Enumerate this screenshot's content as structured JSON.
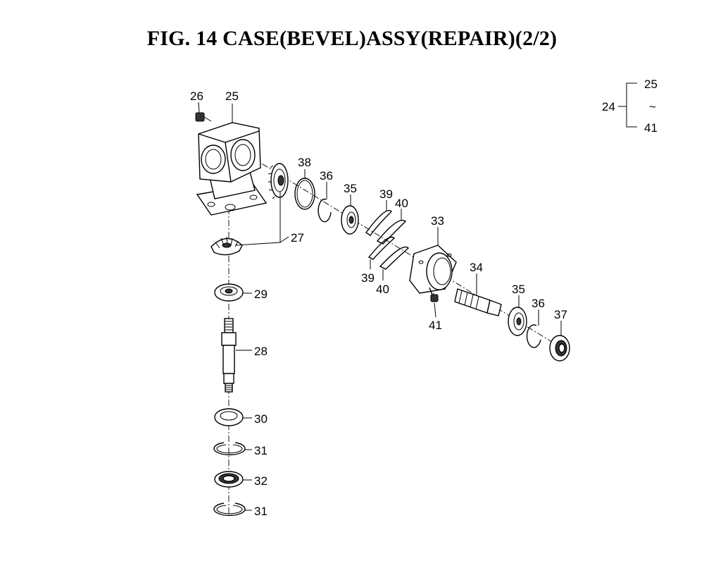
{
  "title": "FIG. 14  CASE(BEVEL)ASSY(REPAIR)(2/2)",
  "assembly_ref": {
    "assembly": "24",
    "first": "25",
    "last": "41",
    "range_symbol": "~"
  },
  "labels": {
    "p25": "25",
    "p26": "26",
    "p27": "27",
    "p28": "28",
    "p29": "29",
    "p30": "30",
    "p31a": "31",
    "p31b": "31",
    "p32": "32",
    "p33": "33",
    "p34": "34",
    "p35a": "35",
    "p35b": "35",
    "p36a": "36",
    "p36b": "36",
    "p37": "37",
    "p38": "38",
    "p39a": "39",
    "p39b": "39",
    "p40a": "40",
    "p40b": "40",
    "p41": "41"
  }
}
